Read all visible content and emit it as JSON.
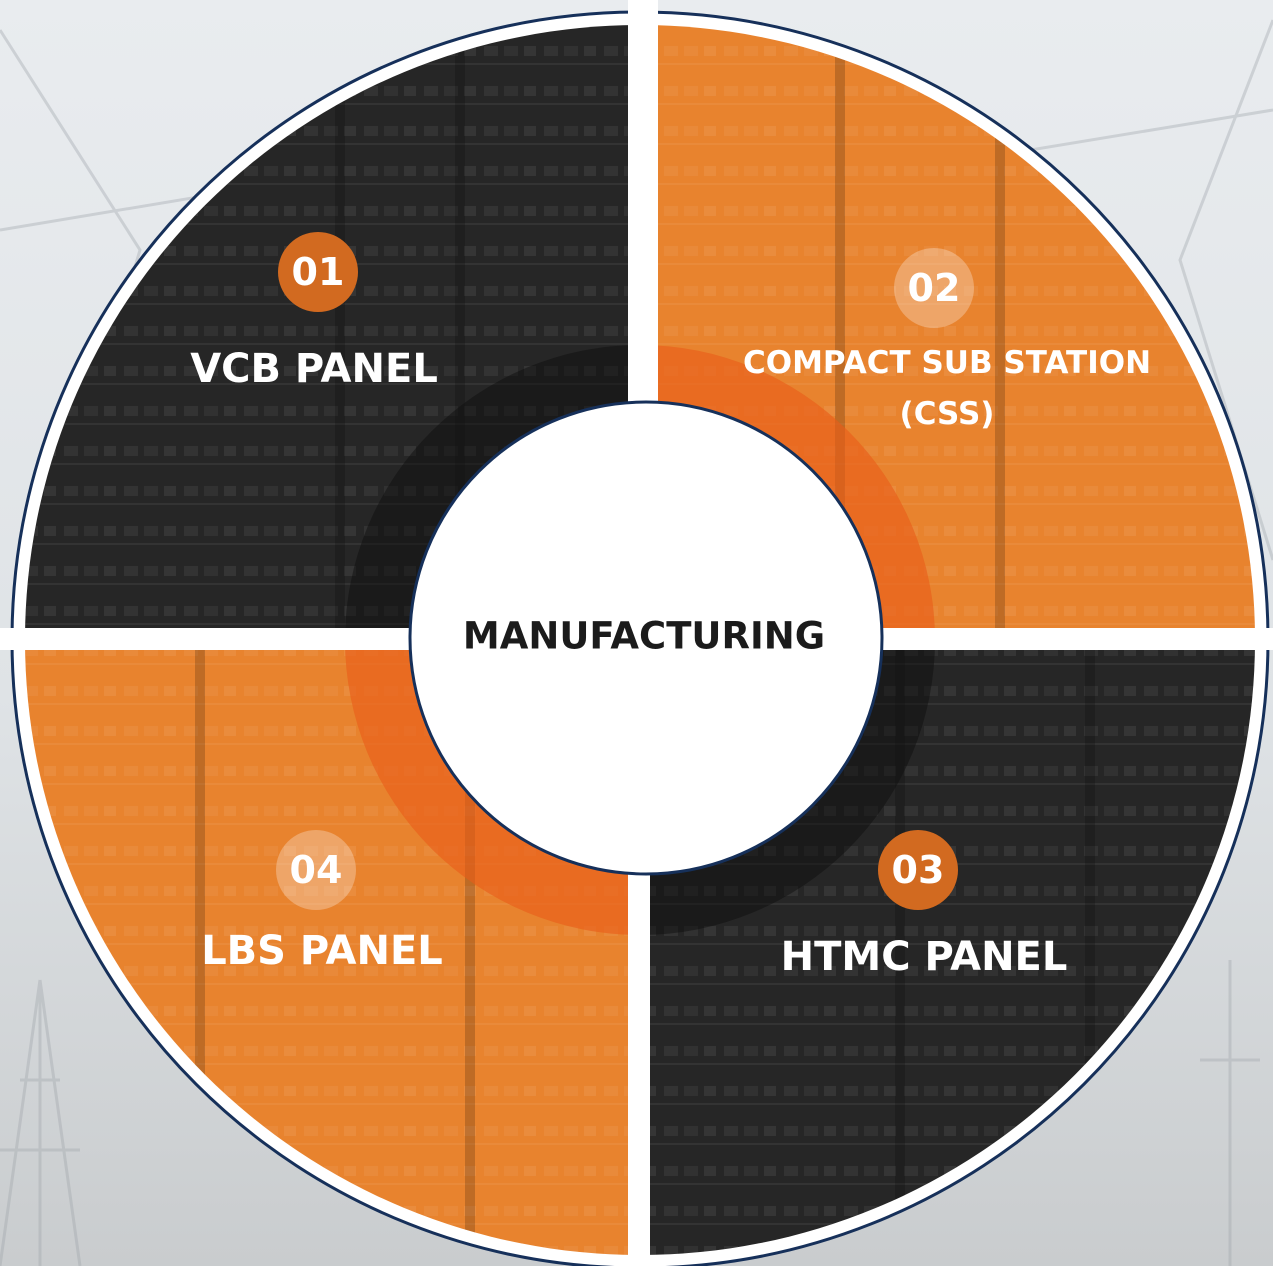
{
  "center": {
    "label": "MANUFACTURING"
  },
  "colors": {
    "dark_quadrant": "#262626",
    "orange_quadrant": "#e8832e",
    "badge_orange": "#d26a20",
    "ring_orange": "#e85d1a",
    "ring_dark": "#111111",
    "outline": "#16305a",
    "background": "#e6e9ec"
  },
  "quadrants": [
    {
      "number": "01",
      "title": "VCB PANEL",
      "tone": "dark"
    },
    {
      "number": "02",
      "title_line1": "COMPACT SUB STATION",
      "title_line2": "(CSS)",
      "tone": "orange"
    },
    {
      "number": "03",
      "title": "HTMC PANEL",
      "tone": "dark"
    },
    {
      "number": "04",
      "title": "LBS PANEL",
      "tone": "orange"
    }
  ]
}
